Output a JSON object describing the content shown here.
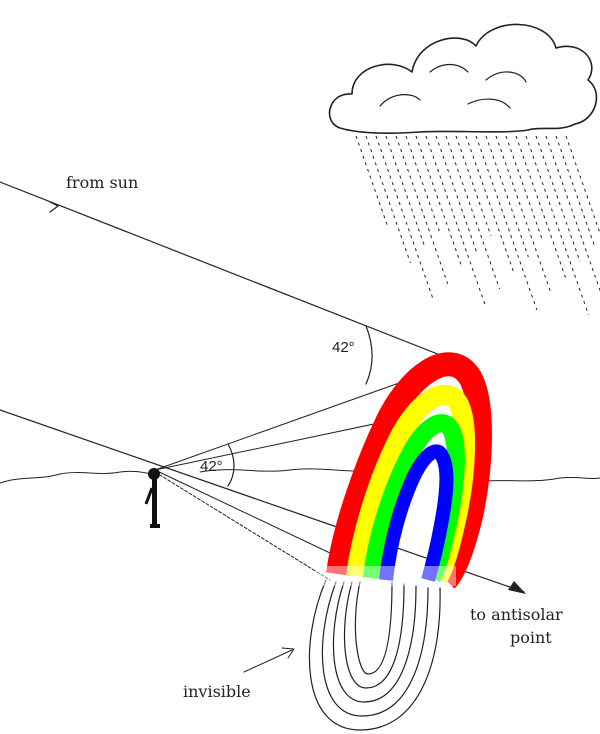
{
  "labels": {
    "from_sun": "from sun",
    "angle_top": "42°",
    "angle_bottom": "42°",
    "antisolar_line1": "to antisolar",
    "antisolar_line2": "point",
    "invisible": "invisible"
  },
  "colors": {
    "red": "#ff0000",
    "yellow": "#ffff00",
    "green": "#00ff00",
    "blue": "#0000ff",
    "ink": "#222222"
  }
}
